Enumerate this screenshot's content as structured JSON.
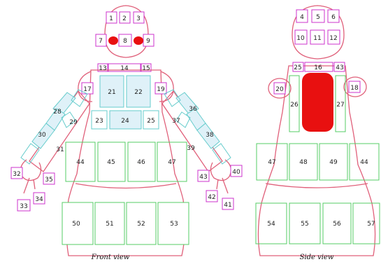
{
  "captions": {
    "front": "Front view",
    "side": "Side view"
  },
  "colors": {
    "outline": "#e0607a",
    "pink_box": "#cc33cc",
    "cyan_box": "#66cccc",
    "green_box": "#55cc66",
    "sensor_red": "#e81010",
    "arm_fill": "#dff1f8"
  },
  "labels": {
    "front": {
      "head": [
        "1",
        "2",
        "3",
        "7",
        "8",
        "9"
      ],
      "neck": [
        "13",
        "14",
        "15"
      ],
      "shoulders": [
        "17",
        "19"
      ],
      "chest": [
        "21",
        "22",
        "23",
        "24",
        "25"
      ],
      "arm_left": [
        "28",
        "29",
        "30",
        "31"
      ],
      "arm_right": [
        "36",
        "37",
        "38",
        "39"
      ],
      "hand_left": [
        "32",
        "33",
        "34",
        "35"
      ],
      "hand_right": [
        "40",
        "41",
        "42",
        "43"
      ],
      "hips": [
        "44",
        "45",
        "46",
        "47"
      ],
      "skirt": [
        "50",
        "51",
        "52",
        "53"
      ]
    },
    "side": {
      "head": [
        "4",
        "5",
        "6",
        "10",
        "11",
        "12"
      ],
      "neck": [
        "25",
        "16",
        "43"
      ],
      "sides": [
        "20",
        "18"
      ],
      "body": [
        "26",
        "27"
      ],
      "hips": [
        "47",
        "48",
        "49",
        "44"
      ],
      "skirt": [
        "54",
        "55",
        "56",
        "57"
      ]
    }
  }
}
